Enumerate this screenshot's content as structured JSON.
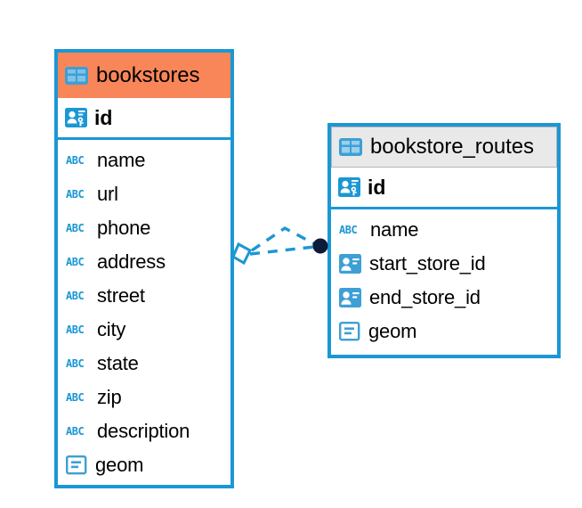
{
  "diagram": {
    "kind": "entity-relationship-diagram",
    "background": "#ffffff",
    "accent_color": "#1b97d4",
    "highlight_color": "#f98659",
    "header_gray": "#e9e9e9"
  },
  "entities": [
    {
      "id": "bookstores",
      "title": "bookstores",
      "header_style": "orange",
      "table_icon": "table-icon",
      "primary_key": {
        "name": "id",
        "icon": "primary-key-icon"
      },
      "fields": [
        {
          "name": "name",
          "icon": "abc-text-icon"
        },
        {
          "name": "url",
          "icon": "abc-text-icon"
        },
        {
          "name": "phone",
          "icon": "abc-text-icon"
        },
        {
          "name": "address",
          "icon": "abc-text-icon"
        },
        {
          "name": "street",
          "icon": "abc-text-icon"
        },
        {
          "name": "city",
          "icon": "abc-text-icon"
        },
        {
          "name": "state",
          "icon": "abc-text-icon"
        },
        {
          "name": "zip",
          "icon": "abc-text-icon"
        },
        {
          "name": "description",
          "icon": "abc-text-icon"
        },
        {
          "name": "geom",
          "icon": "geometry-icon"
        }
      ]
    },
    {
      "id": "bookstore_routes",
      "title": "bookstore_routes",
      "header_style": "gray",
      "table_icon": "table-icon",
      "primary_key": {
        "name": "id",
        "icon": "primary-key-icon"
      },
      "fields": [
        {
          "name": "name",
          "icon": "abc-text-icon"
        },
        {
          "name": "start_store_id",
          "icon": "foreign-key-icon"
        },
        {
          "name": "end_store_id",
          "icon": "foreign-key-icon"
        },
        {
          "name": "geom",
          "icon": "geometry-icon"
        }
      ]
    }
  ],
  "relationship": {
    "from_entity": "bookstores",
    "to_entity": "bookstore_routes",
    "line_style": "dashed",
    "line_color": "#1b97d4",
    "source_marker": "diamond-marker",
    "target_marker": "filled-circle-marker",
    "target_marker_color": "#0d1b3a",
    "branches": 2
  },
  "icon_labels": {
    "abc_text": "ABC"
  }
}
